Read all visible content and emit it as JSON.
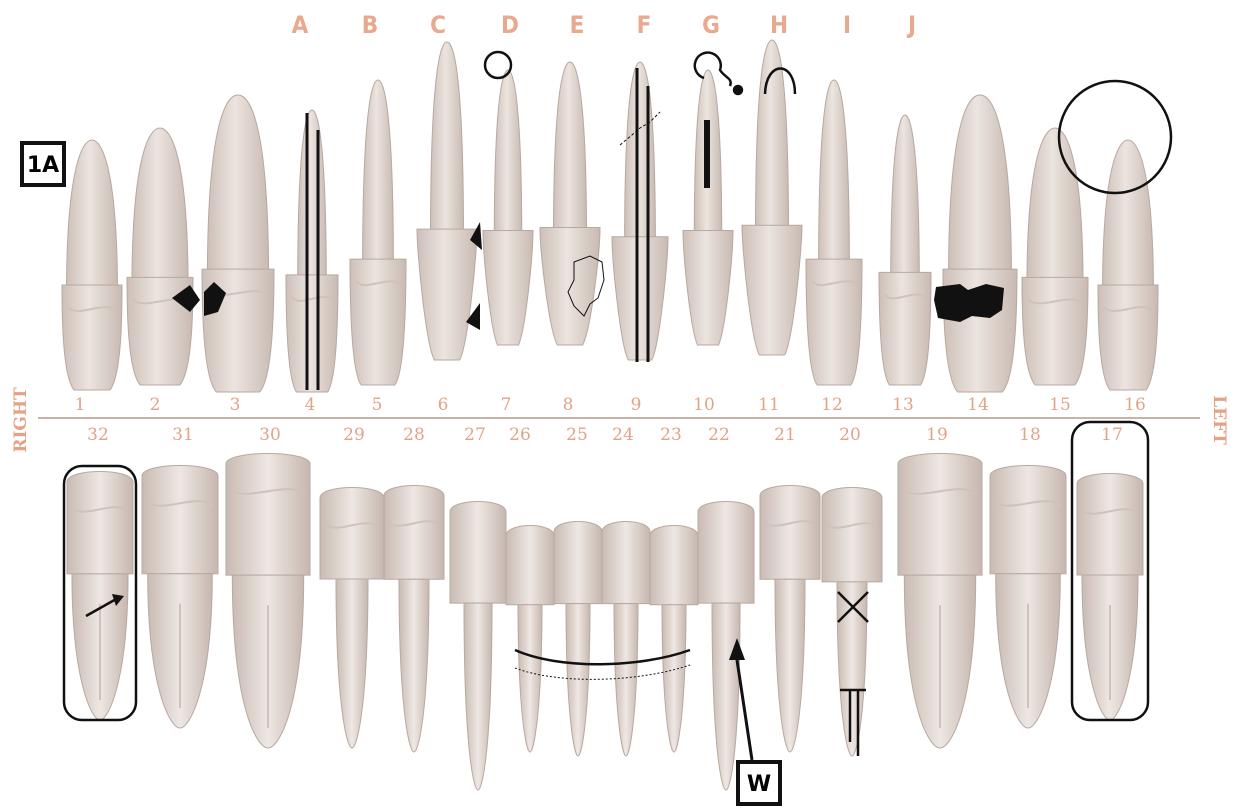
{
  "colors": {
    "tooth_fill": "#e6dcd6",
    "tooth_shade": "#cfc2bb",
    "tooth_edge": "#b7a9a1",
    "label": "#e2a386",
    "mark": "#111111",
    "divider": "#c9b3a8"
  },
  "primary_letters": [
    "A",
    "B",
    "C",
    "D",
    "E",
    "F",
    "G",
    "H",
    "I",
    "J"
  ],
  "upper_numbers": [
    "1",
    "2",
    "3",
    "4",
    "5",
    "6",
    "7",
    "8",
    "9",
    "10",
    "11",
    "12",
    "13",
    "14",
    "15",
    "16"
  ],
  "lower_numbers": [
    "32",
    "31",
    "30",
    "29",
    "28",
    "27",
    "26",
    "25",
    "24",
    "23",
    "22",
    "21",
    "20",
    "19",
    "18",
    "17"
  ],
  "side_right": "RIGHT",
  "side_left": "LEFT",
  "label_1a": "1A",
  "label_w": "W"
}
